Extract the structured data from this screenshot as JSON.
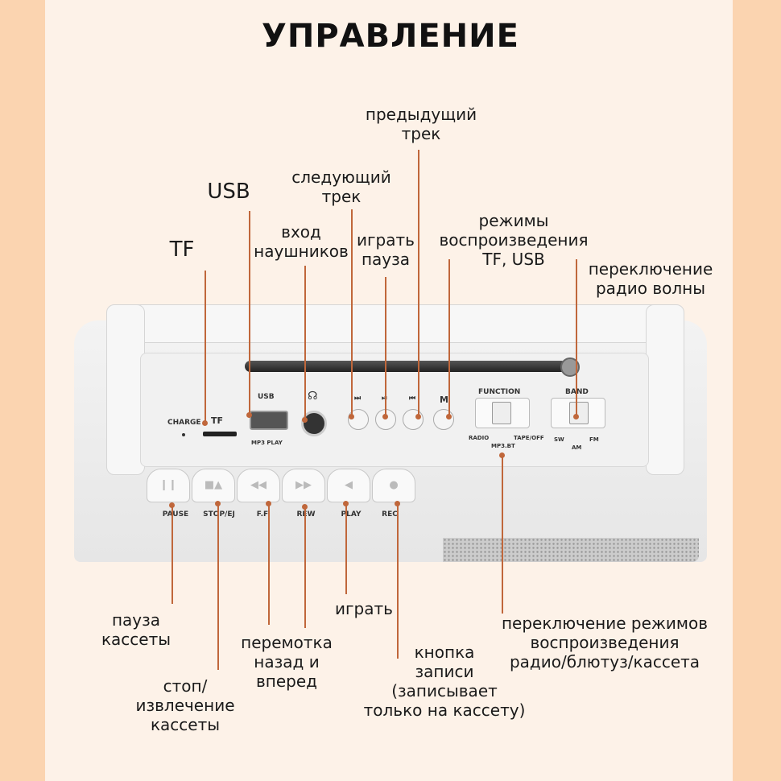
{
  "title": "УПРАВЛЕНИЕ",
  "labels": {
    "tf": "TF",
    "usb": "USB",
    "headphones": "вход\nнаушников",
    "next_track": "следующий\nтрек",
    "prev_track": "предыдущий\nтрек",
    "play_pause": "играть\nпауза",
    "modes": "режимы\nвоспроизведения\nTF, USB",
    "band_switch": "переключение\nрадио волны",
    "pause_tape": "пауза\nкассеты",
    "stop_eject": "стоп/\nизвлечение\nкассеты",
    "rewind_ff": "перемотка\nназад и\nвперед",
    "play": "играть",
    "record": "кнопка\nзаписи\n(записывает\nтолько на кассету)",
    "function_switch": "переключение режимов\nвоспроизведения\nрадио/блютуз/кассета"
  },
  "device": {
    "charge": "CHARGE",
    "tf": "TF",
    "usb": "USB",
    "mp3_play": "MP3 PLAY",
    "m": "M",
    "function": "FUNCTION",
    "band": "BAND",
    "radio": "RADIO",
    "tape_off": "TAPE/OFF",
    "mp3_bt": "MP3.BT",
    "sw": "SW",
    "fm": "FM",
    "am": "AM",
    "tape_buttons": [
      "PAUSE",
      "STOP/EJ",
      "F.F",
      "REW",
      "PLAY",
      "REC"
    ]
  }
}
